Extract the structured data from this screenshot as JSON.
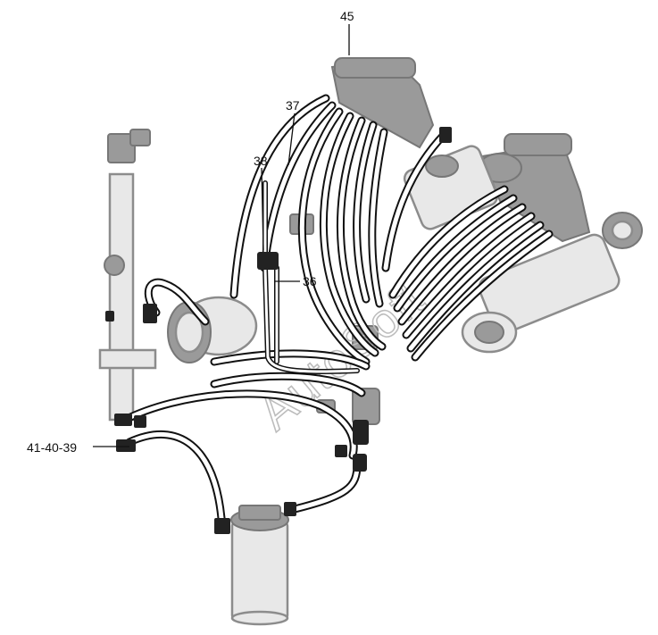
{
  "callouts": {
    "c45": "45",
    "c37": "37",
    "c38": "38",
    "c36": "36",
    "c41_40_39": "41-40-39"
  },
  "watermark": "AutoSoft",
  "colors": {
    "line": "#111111",
    "component_grey": "#9a9a9a",
    "component_light": "#e8e8e8"
  }
}
